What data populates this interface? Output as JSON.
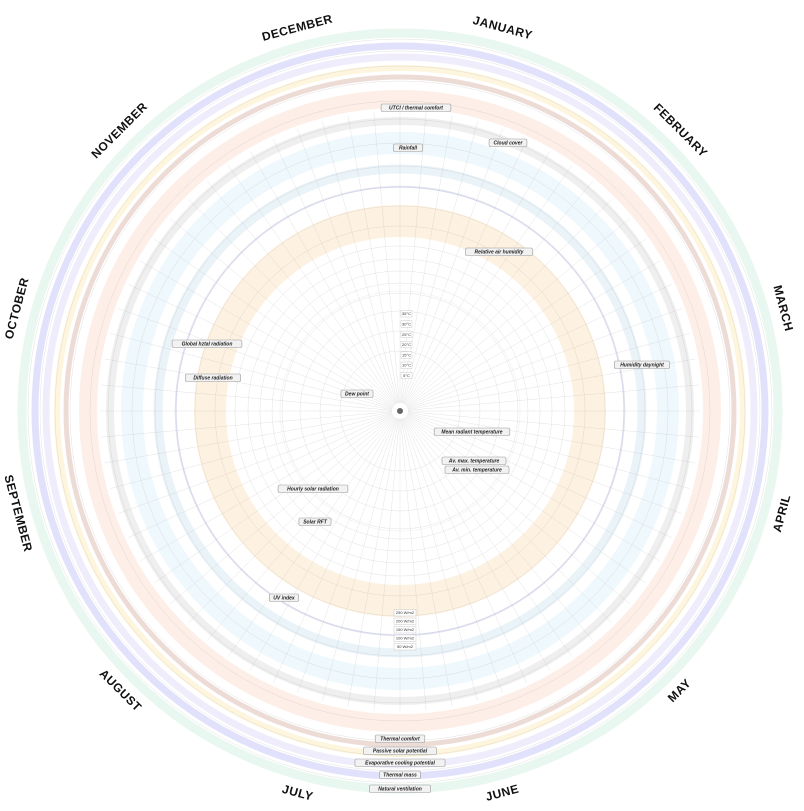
{
  "chart_data": {
    "type": "radial-climate-wheel",
    "months": [
      "JANUARY",
      "FEBRUARY",
      "MARCH",
      "APRIL",
      "MAY",
      "JUNE",
      "JULY",
      "AUGUST",
      "SEPTEMBER",
      "OCTOBER",
      "NOVEMBER",
      "DECEMBER"
    ],
    "ring_labels": [
      "UTCI / thermal comfort",
      "Cloud cover",
      "Rainfall",
      "Relative air humidity",
      "Humidity daynight",
      "Global hztal radiation",
      "Diffuse radiation",
      "Hourly solar radiation",
      "Solar RFT",
      "UV index",
      "Dew point",
      "Mean radiant temperature",
      "Av. max. temperature",
      "Av. min. temperature",
      "Thermal comfort",
      "Passive solar potential",
      "Evaporative cooling potential",
      "Thermal mass",
      "Natural ventilation"
    ],
    "temperature_scale_labels": [
      "35°C",
      "30°C",
      "25°C",
      "20°C",
      "15°C",
      "10°C",
      "5°C"
    ],
    "radiation_scale_labels": [
      "250 W/m2",
      "200 W/m2",
      "150 W/m2",
      "100 W/m2",
      "50 W/m2"
    ],
    "series": []
  },
  "colors": {
    "green_ring": "#7fd1a8",
    "blue_ring": "#5a5af0",
    "lavender_ring": "#a99bef",
    "yellow_ring": "#f5c842",
    "brown_ring": "#9c3b1c",
    "utci_ring": "#f4a478",
    "cloud_ring": "#a8a8a8",
    "rain_ring": "#9fd8f2",
    "humidity_ring": "#8cbad8",
    "dotted_ring": "#1d2aa8",
    "radiation_lines": "#c23a3a",
    "radiation_heat": "#f6b05a",
    "dewpoint_line": "#3a63c8",
    "max_temp_line": "#e33c2a",
    "mrt_line": "#8a2c2c"
  }
}
